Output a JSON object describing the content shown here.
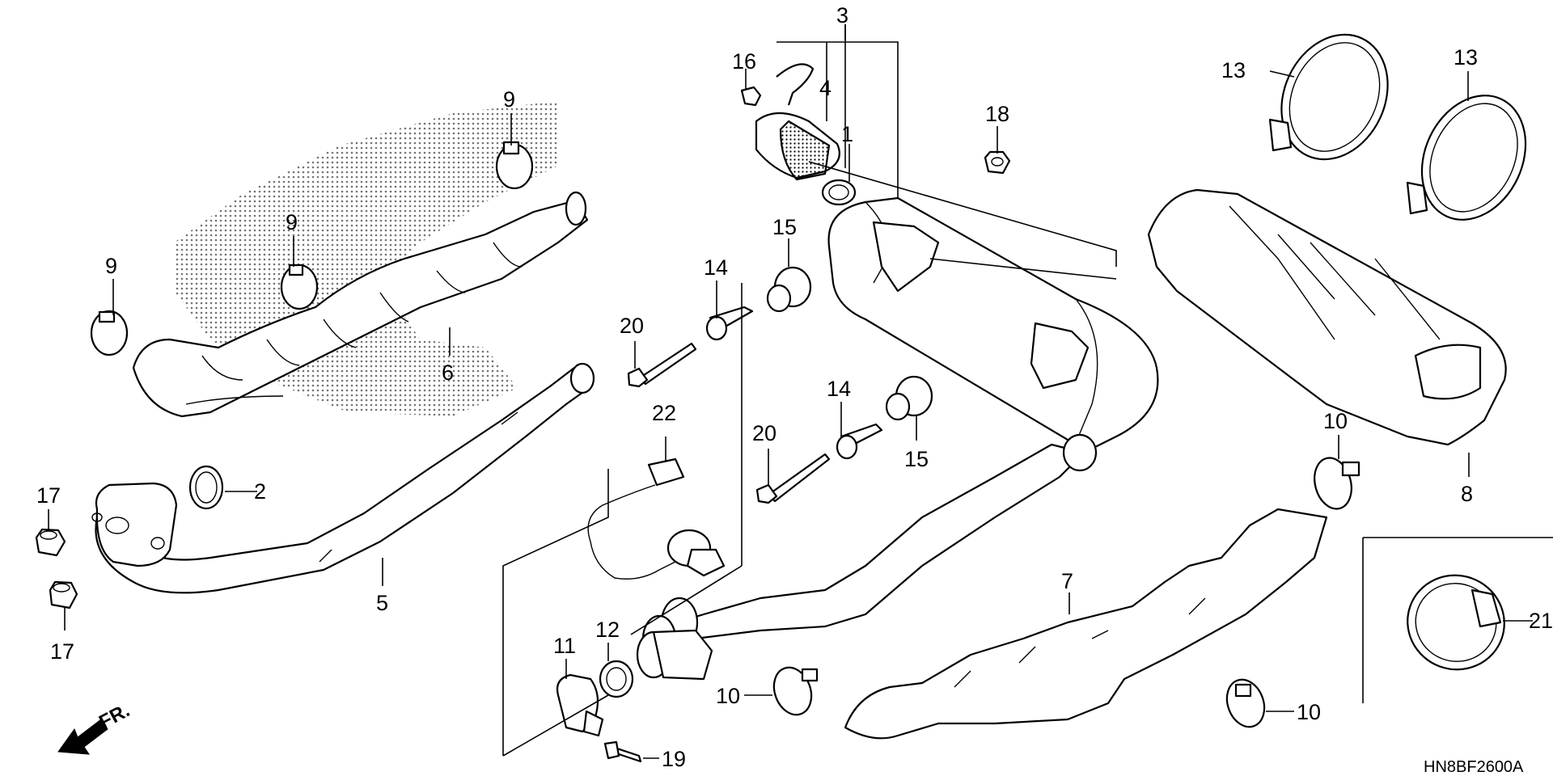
{
  "diagram_code": "HN8BF2600A",
  "direction_label": "FR.",
  "callouts": [
    {
      "id": "c3",
      "text": "3"
    },
    {
      "id": "c16",
      "text": "16"
    },
    {
      "id": "c4",
      "text": "4"
    },
    {
      "id": "c1",
      "text": "1"
    },
    {
      "id": "c18",
      "text": "18"
    },
    {
      "id": "c13a",
      "text": "13"
    },
    {
      "id": "c13b",
      "text": "13"
    },
    {
      "id": "c9a",
      "text": "9"
    },
    {
      "id": "c9b",
      "text": "9"
    },
    {
      "id": "c9c",
      "text": "9"
    },
    {
      "id": "c6",
      "text": "6"
    },
    {
      "id": "c15a",
      "text": "15"
    },
    {
      "id": "c14a",
      "text": "14"
    },
    {
      "id": "c20a",
      "text": "20"
    },
    {
      "id": "c22",
      "text": "22"
    },
    {
      "id": "c14b",
      "text": "14"
    },
    {
      "id": "c20b",
      "text": "20"
    },
    {
      "id": "c15b",
      "text": "15"
    },
    {
      "id": "c10a",
      "text": "10"
    },
    {
      "id": "c8",
      "text": "8"
    },
    {
      "id": "c17a",
      "text": "17"
    },
    {
      "id": "c2",
      "text": "2"
    },
    {
      "id": "c5",
      "text": "5"
    },
    {
      "id": "c17b",
      "text": "17"
    },
    {
      "id": "c7",
      "text": "7"
    },
    {
      "id": "c21",
      "text": "21"
    },
    {
      "id": "c11",
      "text": "11"
    },
    {
      "id": "c12",
      "text": "12"
    },
    {
      "id": "c10b",
      "text": "10"
    },
    {
      "id": "c10c",
      "text": "10"
    },
    {
      "id": "c19",
      "text": "19"
    }
  ]
}
